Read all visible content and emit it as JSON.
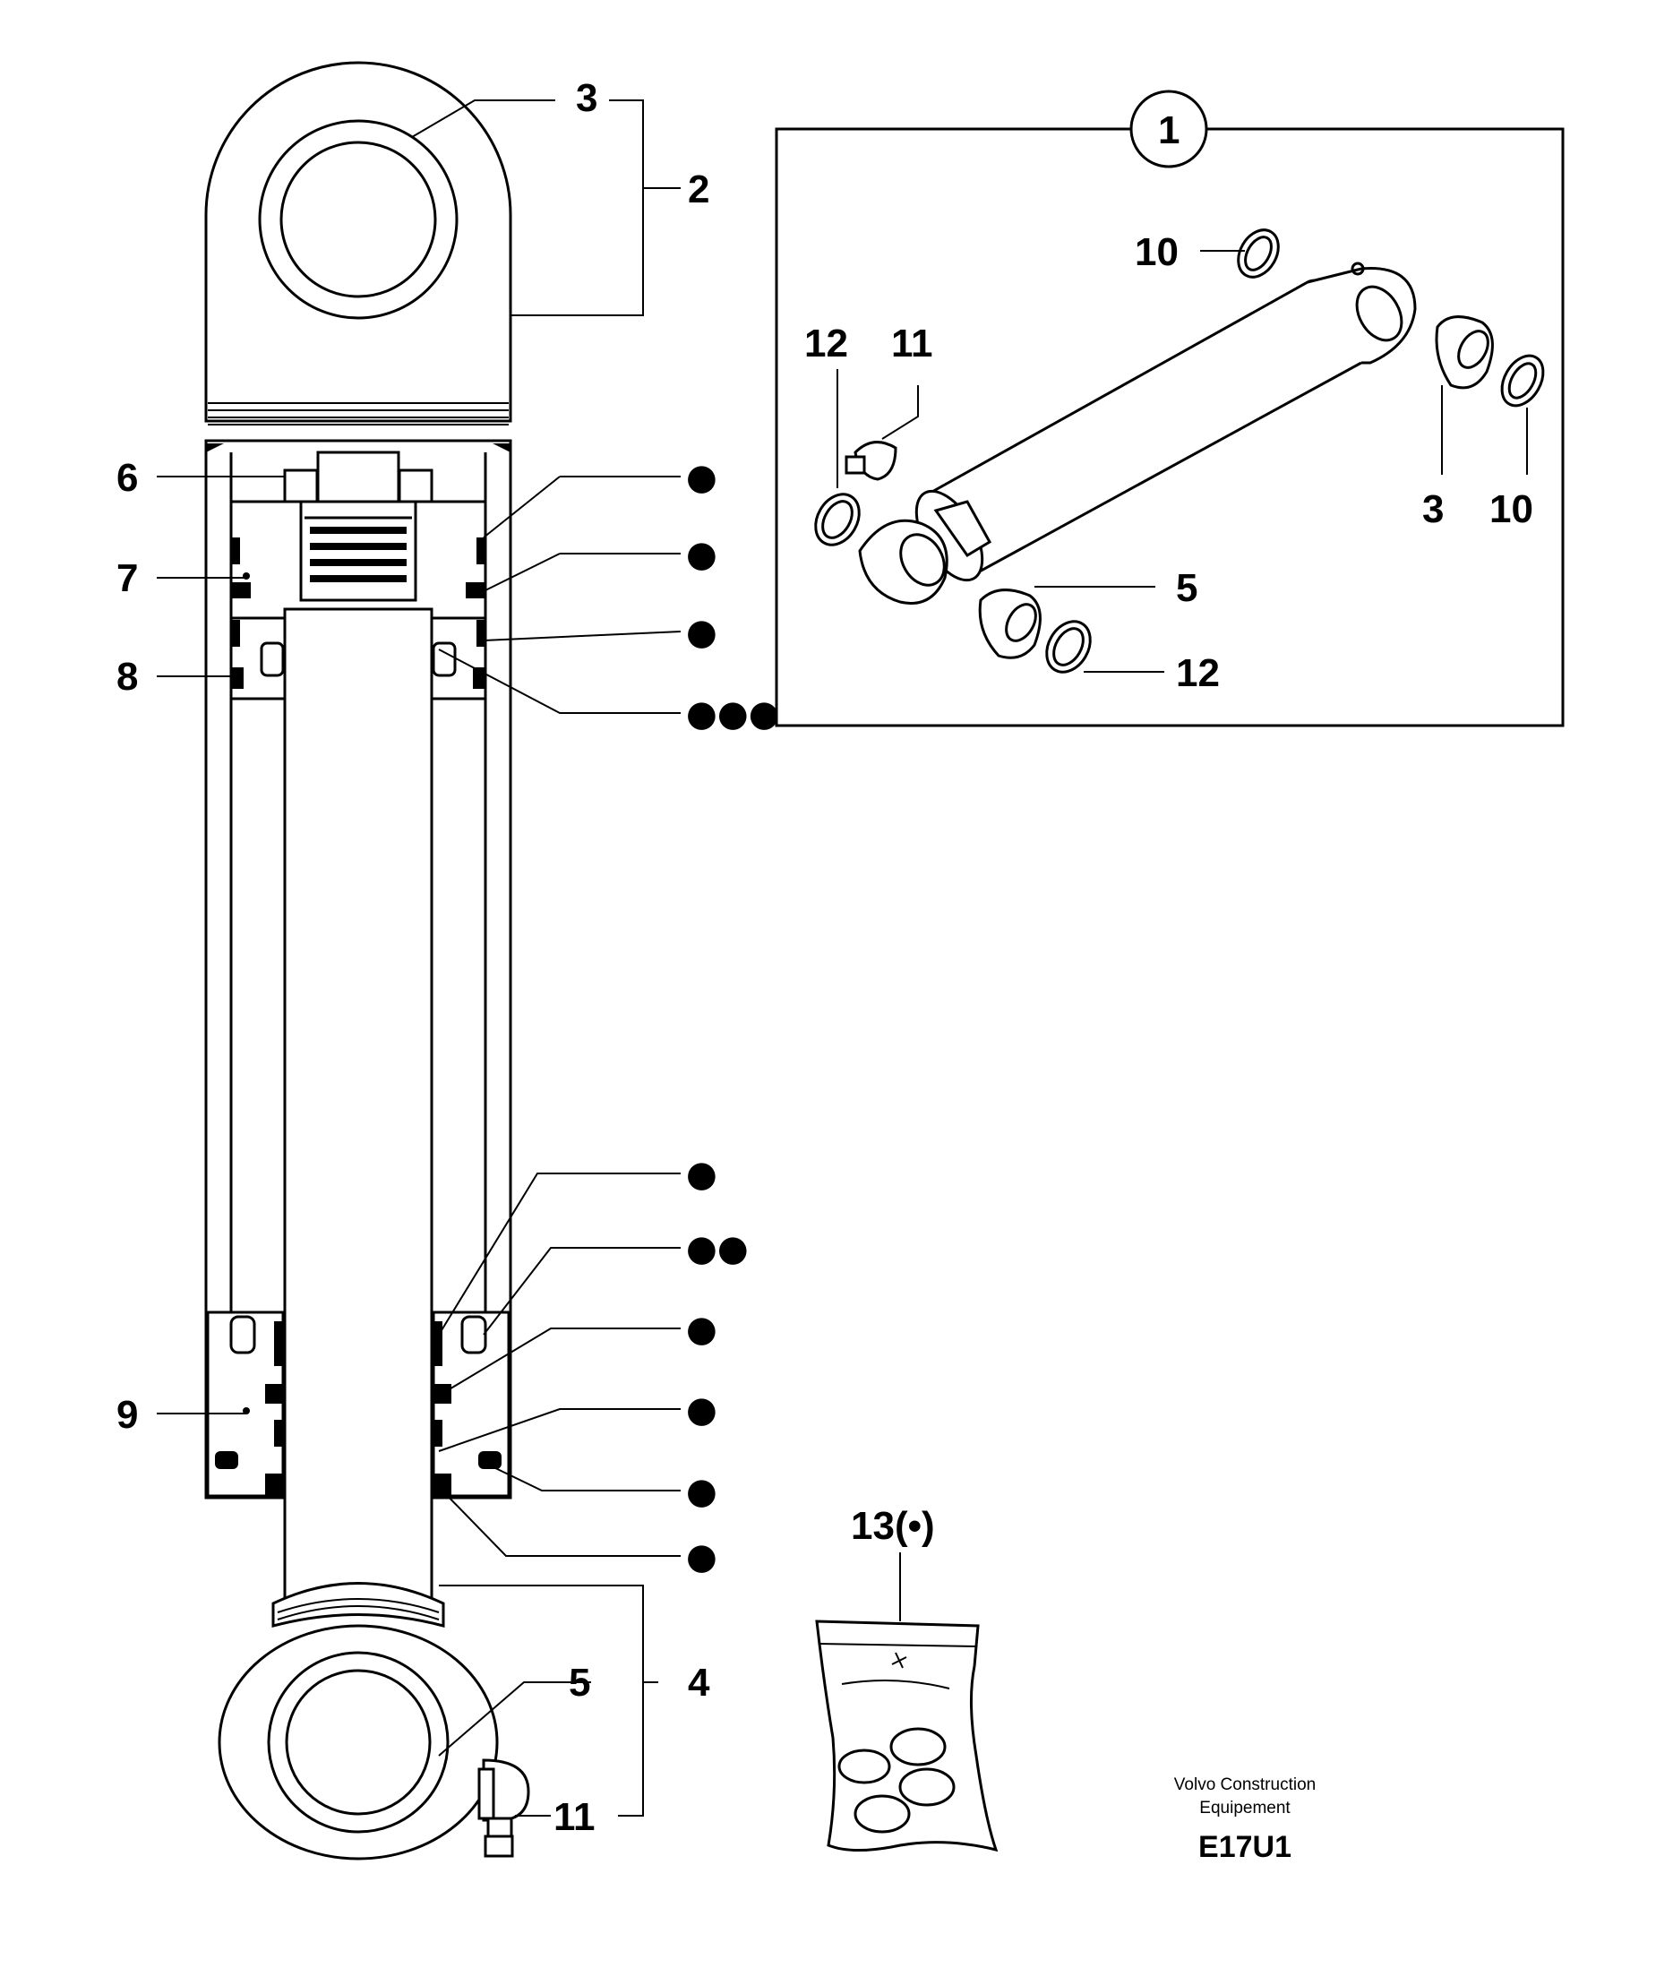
{
  "diagram": {
    "labels": {
      "kit": "1",
      "item2": "2",
      "item3_top": "3",
      "item4": "4",
      "item5_bottom": "5",
      "item6": "6",
      "item7": "7",
      "item8": "8",
      "item9": "9",
      "item11_bottom": "11",
      "item13": "13(•)",
      "inset_item10_top": "10",
      "inset_item12_left": "12",
      "inset_item11": "11",
      "inset_item3": "3",
      "inset_item10_right": "10",
      "inset_item5": "5",
      "inset_item12_bottom": "12"
    },
    "seal_markers": [
      "●",
      "●",
      "●",
      "●●●",
      "●",
      "●●",
      "●",
      "●",
      "●",
      "●"
    ],
    "footer": {
      "brand_line1": "Volvo Construction",
      "brand_line2": "Equipement",
      "code": "E17U1"
    }
  }
}
